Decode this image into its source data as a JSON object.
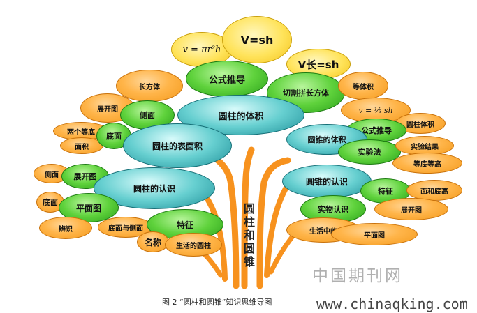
{
  "nodes": {
    "v_formula": "v = πr²h",
    "v_sh": "V=sh",
    "gongshi_tuidao_top": "公式推导",
    "changfangti": "长方体",
    "vzhang_sh": "V长=sh",
    "qiege": "切割拼长方体",
    "dengtiji": "等体积",
    "zhankaitu_left_top": "展开图",
    "cemian_top": "侧面",
    "yuanzhu_tiji": "圆柱的体积",
    "liangge_dengdi": "两个等底",
    "mianji": "面积",
    "dimian_left": "底面",
    "yuanzhu_biaomianji": "圆柱的表面积",
    "cemian_left": "侧面",
    "zhankaitu_left": "展开图",
    "yuanzhu_renshi": "圆柱的认识",
    "dimian_low": "底面",
    "pingmiantu_left": "平面图",
    "bianshi": "辨识",
    "dimian_cemian": "底面与侧面",
    "tezheng_left": "特征",
    "mingcheng": "名称",
    "shenghuo_yuanzhu": "生活的圆柱",
    "v_third": "v = ⅓ sh",
    "yuanzhui_tiji_r": "圆柱体积",
    "gongshi_tuidao_r": "公式推导",
    "yuanzhui_tiji": "圆锥的体积",
    "shiyanfa": "实验法",
    "shiyan_jieguo": "实验结果",
    "dengdi_denggao": "等底等高",
    "yuanzhui_renshi": "圆锥的认识",
    "tezheng_right": "特征",
    "mian_he_dingao": "面和底高",
    "shiwu_renshi": "实物认识",
    "zhankaitu_right": "展开图",
    "shenghuo_zhong": "生活中的",
    "pingmiantu_right": "平面图"
  },
  "trunk_label": "圆柱和圆锥",
  "caption": "图 2 “圆柱和圆锥”知识思维导图",
  "watermark": {
    "cn": "中国期刊网",
    "url": "www.chinaqking.com"
  },
  "colors": {
    "trunk": "#f7921e",
    "orange": "#f49a1c",
    "green": "#2aa11a",
    "teal": "#1e8f98",
    "yellow": "#ffe35a"
  }
}
